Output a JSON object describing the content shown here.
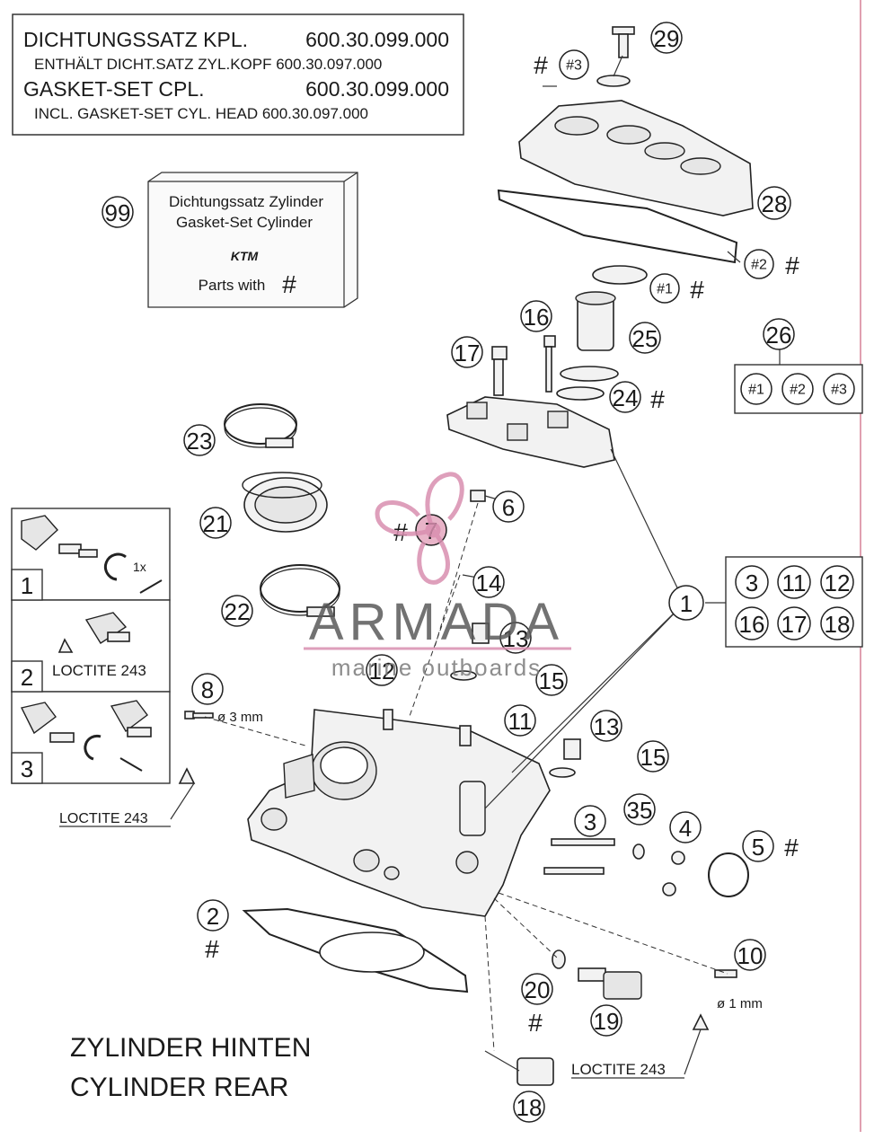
{
  "kit_box": {
    "line1_label": "DICHTUNGSSATZ KPL.",
    "line1_number": "600.30.099.000",
    "line2": "ENTHÄLT DICHT.SATZ ZYL.KOPF 600.30.097.000",
    "line3_label": "GASKET-SET CPL.",
    "line3_number": "600.30.099.000",
    "line4": "INCL. GASKET-SET CYL. HEAD 600.30.097.000"
  },
  "gasket_cylinder_box": {
    "ref": "99",
    "line1": "Dichtungssatz Zylinder",
    "line2": "Gasket-Set Cylinder",
    "brand": "KTM",
    "line3": "Parts with",
    "hash": "#"
  },
  "watermark": {
    "title": "ARMADA",
    "subtitle": "marine outboards",
    "color": "#d98fb0"
  },
  "callouts": {
    "c29": "29",
    "c3h": "#3",
    "c28": "28",
    "c2h": "#2",
    "c1h": "#1",
    "c16": "16",
    "c25": "25",
    "c17": "17",
    "c24": "24",
    "c26": "26",
    "c23": "23",
    "c6": "6",
    "c7": "7",
    "c21": "21",
    "c14": "14",
    "c22": "22",
    "c13a": "13",
    "c12": "12",
    "c15a": "15",
    "c8": "8",
    "c11": "11",
    "c13b": "13",
    "c15b": "15",
    "c1": "1",
    "c3": "3",
    "c35": "35",
    "c4": "4",
    "c5": "5",
    "c2": "2",
    "c10": "10",
    "c20": "20",
    "c19": "19",
    "c18": "18"
  },
  "hash": "#",
  "group26": [
    "#1",
    "#2",
    "#3"
  ],
  "group1": [
    "3",
    "11",
    "12",
    "16",
    "17",
    "18"
  ],
  "dims": {
    "d8": "ø 3 mm",
    "d10": "ø 1 mm"
  },
  "loctite": "LOCTITE 243",
  "steps": [
    {
      "number": "1",
      "label": "",
      "turn": "1x"
    },
    {
      "number": "2",
      "label": "LOCTITE 243"
    },
    {
      "number": "3",
      "label": ""
    }
  ],
  "footer": {
    "line1": "ZYLINDER HINTEN",
    "line2": "CYLINDER REAR"
  }
}
